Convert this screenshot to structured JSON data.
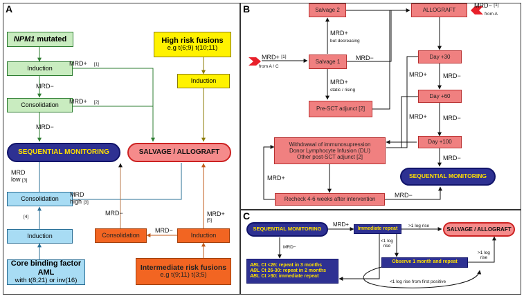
{
  "panels": {
    "a": "A",
    "b": "B",
    "c": "C"
  },
  "panel_a": {
    "npm1": {
      "gene": "NPM1",
      "rest": " mutated"
    },
    "high_risk": {
      "title": "High risk fusions",
      "sub": "e.g  t(6;9)  t(10;11)"
    },
    "induction": "Induction",
    "consolidation": "Consolidation",
    "seq_monitoring": "SEQUENTIAL MONITORING",
    "salvage_allograft": "SALVAGE / ALLOGRAFT",
    "core_binding": {
      "title": "Core binding factor AML",
      "sub": "with t(8;21) or inv(16)"
    },
    "intermediate": {
      "title": "Intermediate risk fusions",
      "sub": "e.g  t(9;11)  t(3;5)"
    },
    "labels": {
      "mrd_plus": "MRD+",
      "mrd_minus": "MRD−",
      "ref1": "[1]",
      "ref2": "[2]",
      "ref3": "[3]",
      "ref4": "[4]",
      "ref5": "[5]",
      "mrd": "MRD",
      "low": "low",
      "high": "high"
    }
  },
  "panel_b": {
    "salvage2": "Salvage 2",
    "allograft": "ALLOGRAFT",
    "salvage1": "Salvage 1",
    "pre_sct": "Pre-SCT adjunct  [2]",
    "day30": "Day +30",
    "day60": "Day +60",
    "day100": "Day +100",
    "withdrawal": [
      "Withdrawal of immunosupression",
      "Donor Lymphocyte Infusion (DLI)",
      "Other post-SCT adjunct  [2]"
    ],
    "seq_monitoring": "SEQUENTIAL MONITORING",
    "recheck": "Recheck 4-6 weeks after intervention",
    "labels": {
      "mrd_plus": "MRD+",
      "mrd_minus": "MRD−",
      "ref1": "[1]",
      "from_a": "from A",
      "from_ac": "from A / C",
      "but_decreasing": "but decreasing",
      "static_rising": "static / rising"
    }
  },
  "panel_c": {
    "seq_monitoring": "SEQUENTIAL MONITORING",
    "immediate_repeat": "Immediate repeat",
    "salvage_allograft": "SALVAGE / ALLOGRAFT",
    "abl": [
      {
        "gene": "ABL",
        "text": " Ct <26: repeat in 3 months"
      },
      {
        "gene": "ABL",
        "text": " Ct 26-30: repeat in 2 months"
      },
      {
        "gene": "ABL",
        "text": " Ct >30: immediate repeat"
      }
    ],
    "observe": "Observe 1 month and repeat",
    "labels": {
      "mrd_plus": "MRD+",
      "mrd_minus": "MRD−",
      "gt1_log_rise": ">1 log rise",
      "gt1_log": ">1 log",
      "rise": "rise",
      "lt1_log": "<1 log",
      "lt1_from_first": "<1 log rise from first positive"
    }
  },
  "colors": {
    "green": "#2e7d32",
    "olive": "#8a7a00",
    "blue": "#2a6f96",
    "orange": "#c05a1a",
    "brown": "#b87a4b",
    "black": "#111111",
    "red_chevron": "#e8202a",
    "navy": "#2e3192",
    "yellow_text": "#ffe000"
  }
}
